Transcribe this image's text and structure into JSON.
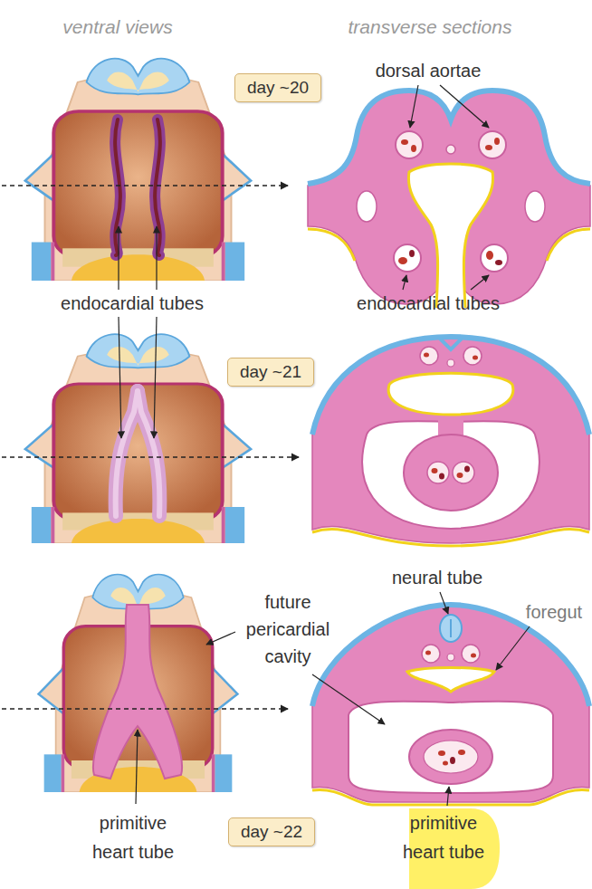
{
  "diagram": {
    "nodes": [
      {
        "text": [
          "day ~20"
        ]
      },
      {
        "text": [
          "day ~21"
        ]
      },
      {
        "text": [
          "day ~22"
        ]
      }
    ],
    "labels": [
      "ventral views",
      "transverse sections",
      "dorsal aortae",
      "endocardial tubes",
      "endocardial tubes",
      "future pericardial cavity",
      "neural tube",
      "foregut",
      "primitive heart tube",
      "primitive heart tube"
    ]
  }
}
